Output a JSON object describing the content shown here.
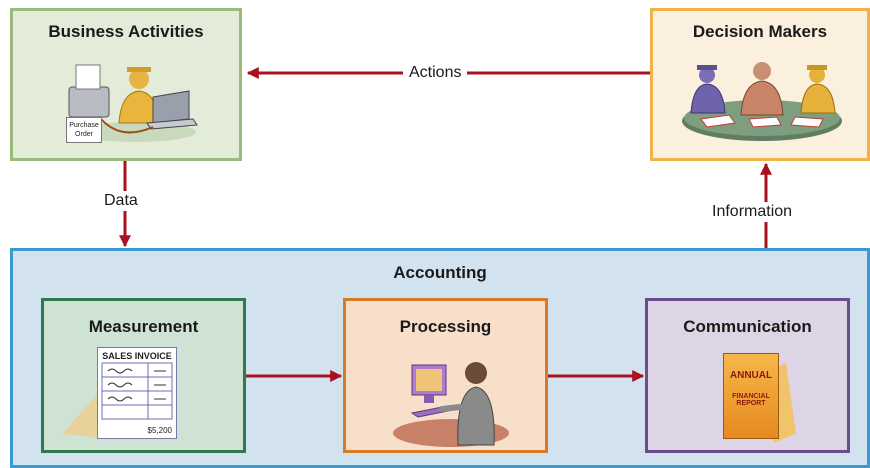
{
  "boxes": {
    "business_activities": {
      "title": "Business Activities",
      "purchase_order_line1": "Purchase",
      "purchase_order_line2": "Order"
    },
    "decision_makers": {
      "title": "Decision Makers"
    },
    "accounting": {
      "title": "Accounting"
    },
    "measurement": {
      "title": "Measurement",
      "invoice_header": "SALES INVOICE",
      "invoice_total": "$5,200"
    },
    "processing": {
      "title": "Processing"
    },
    "communication": {
      "title": "Communication",
      "report_line1": "ANNUAL",
      "report_line2": "FINANCIAL",
      "report_line3": "REPORT"
    }
  },
  "flows": {
    "actions": "Actions",
    "data": "Data",
    "information": "Information"
  },
  "colors": {
    "business_border": "#9bbb7e",
    "business_fill": "#e3ecd8",
    "decision_border": "#f2b14a",
    "decision_fill": "#fbf0dd",
    "accounting_border": "#3b9ad2",
    "accounting_fill": "#d2e2ef",
    "measurement_border": "#2f7a4a",
    "measurement_fill": "#cfe3d4",
    "processing_border": "#d67a2a",
    "processing_fill": "#f8dfc9",
    "communication_border": "#6a4d8c",
    "communication_fill": "#ddd5e6",
    "arrow": "#a8111d"
  }
}
